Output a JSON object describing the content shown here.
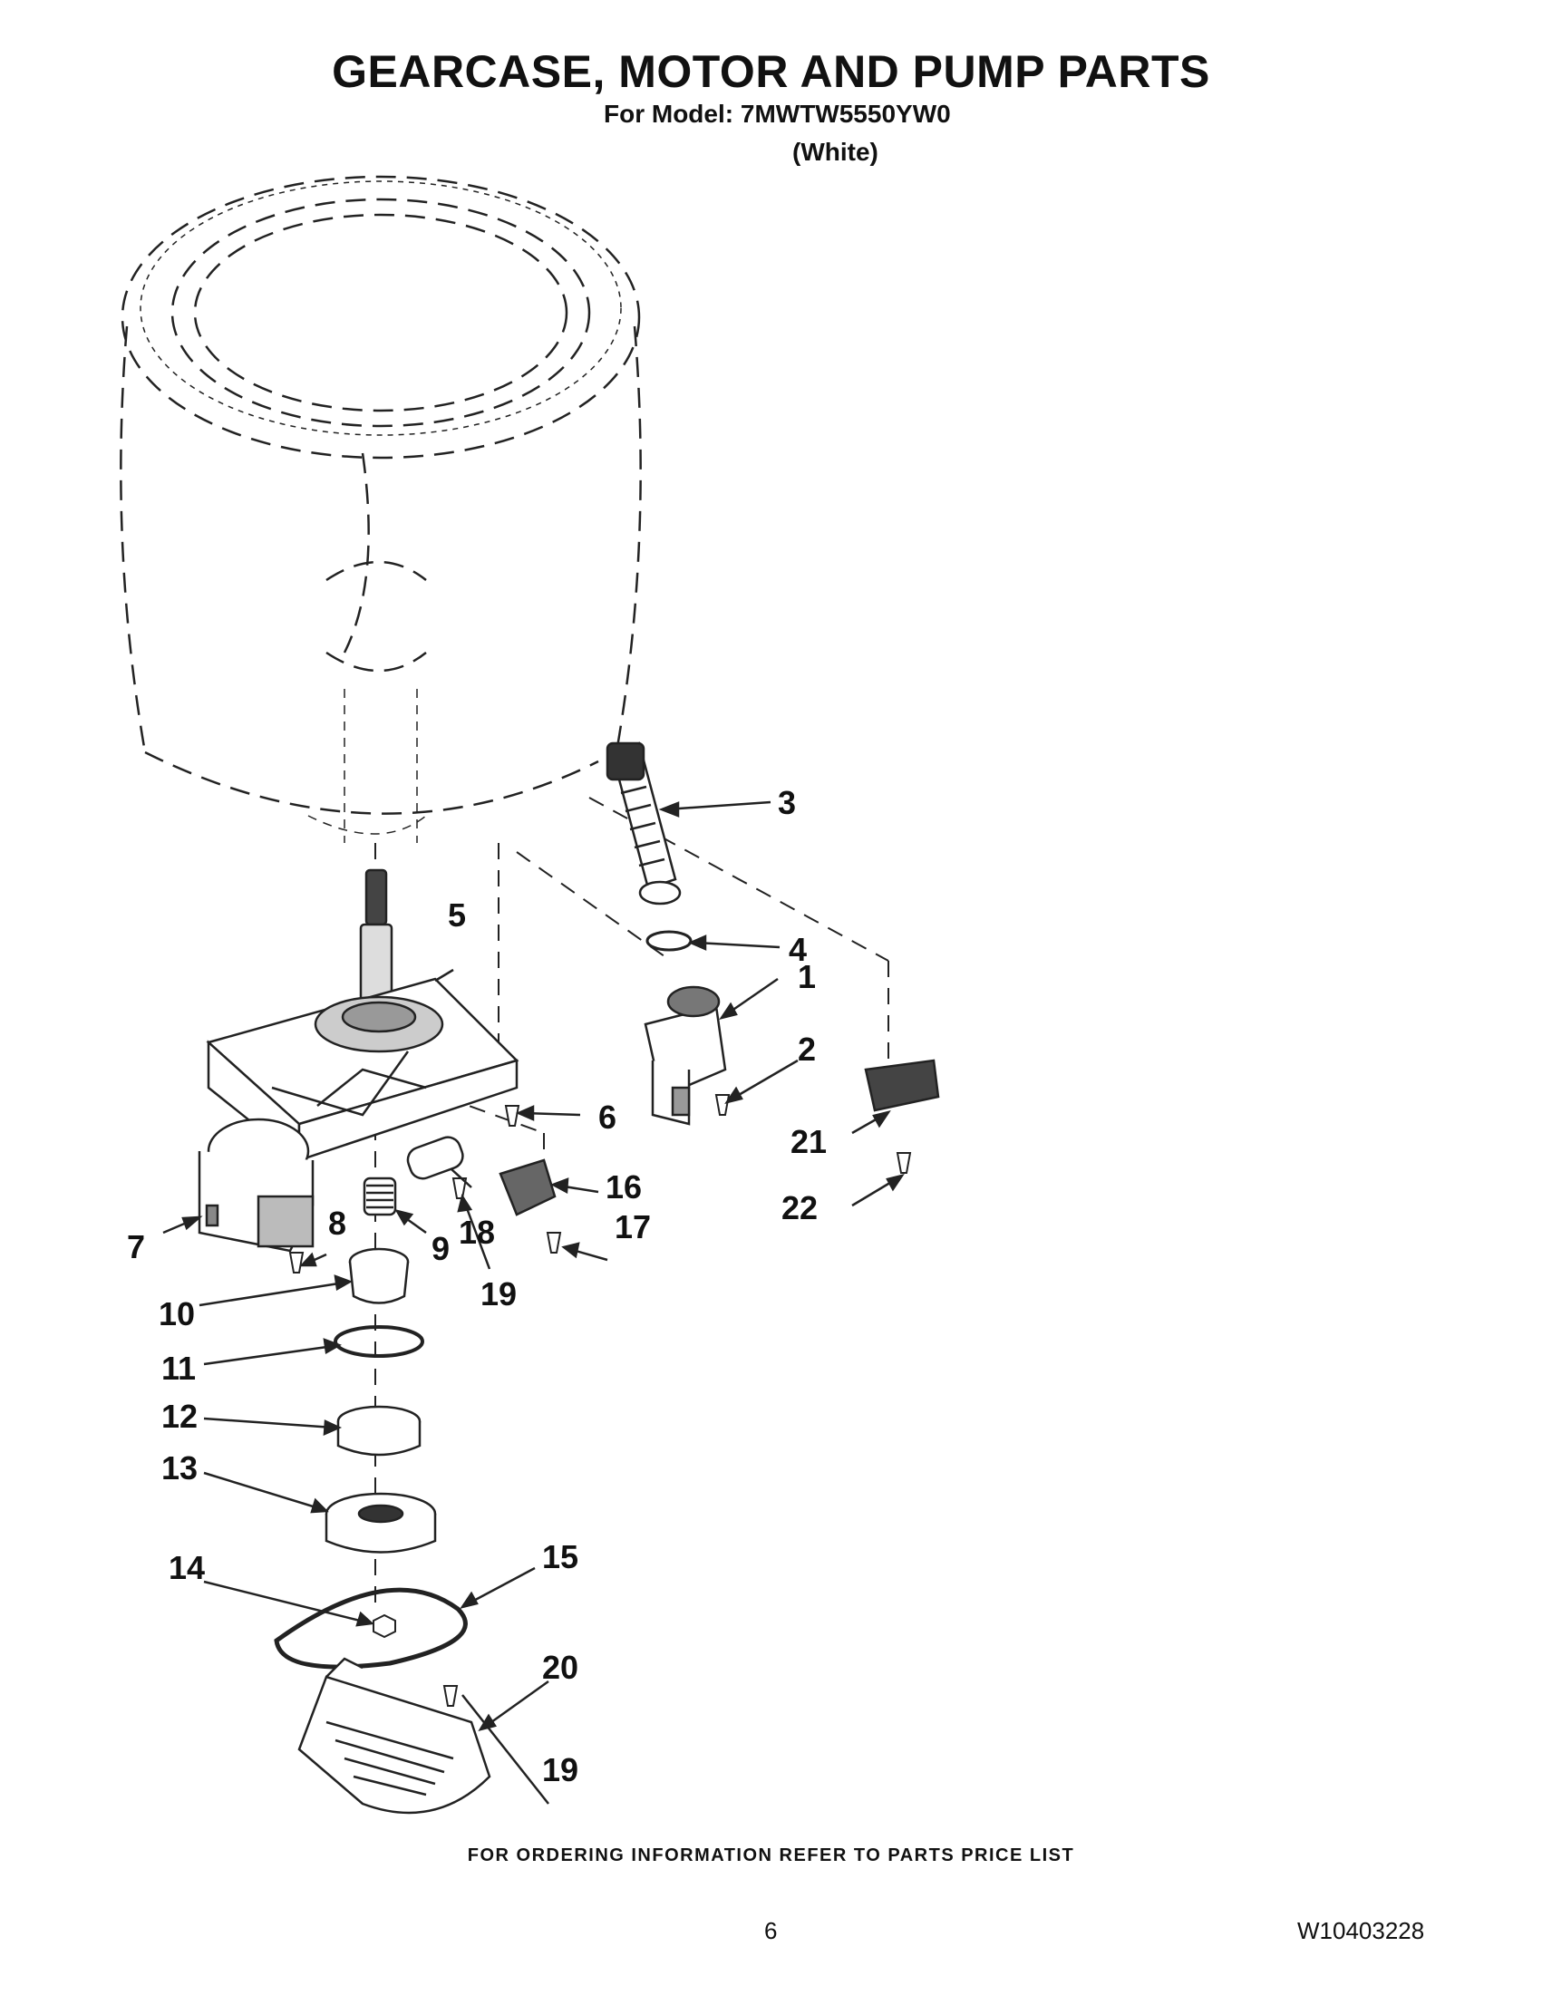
{
  "header": {
    "title": "GEARCASE, MOTOR AND PUMP PARTS",
    "model_line": "For Model: 7MWTW5550YW0",
    "variant": "(White)"
  },
  "diagram": {
    "callouts": [
      "1",
      "2",
      "3",
      "4",
      "5",
      "6",
      "7",
      "8",
      "9",
      "10",
      "11",
      "12",
      "13",
      "14",
      "15",
      "16",
      "17",
      "18",
      "19",
      "19",
      "20",
      "21",
      "22"
    ]
  },
  "footer": {
    "ordering_note": "FOR ORDERING INFORMATION REFER TO PARTS PRICE LIST",
    "page_number": "6",
    "document_number": "W10403228"
  }
}
